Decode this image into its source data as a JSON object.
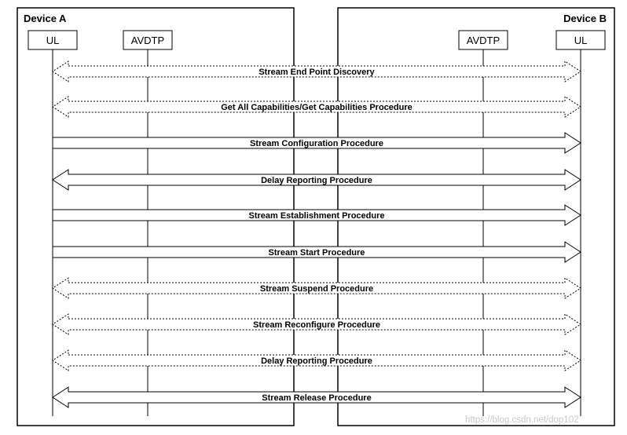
{
  "devices": {
    "left": {
      "title": "Device A",
      "entities": [
        "UL",
        "AVDTP"
      ]
    },
    "right": {
      "title": "Device B",
      "entities": [
        "AVDTP",
        "UL"
      ]
    }
  },
  "procedures": [
    {
      "label": "Stream End Point Discovery",
      "direction": "both",
      "style": "dashed"
    },
    {
      "label": "Get All Capabilities/Get Capabilities Procedure",
      "direction": "both",
      "style": "dashed"
    },
    {
      "label": "Stream Configuration Procedure",
      "direction": "right",
      "style": "solid"
    },
    {
      "label": "Delay Reporting Procedure",
      "direction": "both",
      "style": "solid"
    },
    {
      "label": "Stream Establishment Procedure",
      "direction": "right",
      "style": "solid"
    },
    {
      "label": "Stream Start Procedure",
      "direction": "right",
      "style": "solid"
    },
    {
      "label": "Stream Suspend Procedure",
      "direction": "both",
      "style": "dashed"
    },
    {
      "label": "Stream Reconfigure Procedure",
      "direction": "both",
      "style": "dashed"
    },
    {
      "label": "Delay Reporting Procedure",
      "direction": "both",
      "style": "dashed"
    },
    {
      "label": "Stream Release Procedure",
      "direction": "both",
      "style": "solid"
    }
  ],
  "watermark": "https://blog.csdn.net/dop102"
}
